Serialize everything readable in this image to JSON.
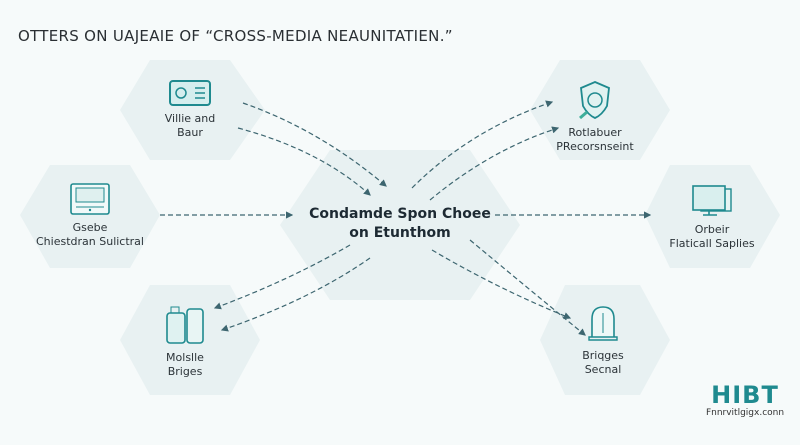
{
  "title": "OTTERS ON UAJEAIE OF “CROSS-MEDIA NEAUNITATIEN.”",
  "center": {
    "line1": "Condamde Spon Choee",
    "line2": "on Etunthom"
  },
  "nodes": [
    {
      "id": "top-left",
      "line1": "Villie and",
      "line2": "Baur",
      "icon": "card-icon"
    },
    {
      "id": "top-right",
      "line1": "Rotlabuer",
      "line2": "PRecorsnseint",
      "icon": "shield-badge-icon"
    },
    {
      "id": "mid-left",
      "line1": "Gsebe",
      "line2": "Chiestdran Sulictral",
      "icon": "monitor-icon"
    },
    {
      "id": "mid-right",
      "line1": "Orbeir",
      "line2": "Flaticall Saplies",
      "icon": "dual-monitor-icon"
    },
    {
      "id": "bottom-left",
      "line1": "Molslle",
      "line2": "Briges",
      "icon": "devices-icon"
    },
    {
      "id": "bottom-right",
      "line1": "Briqges",
      "line2": "Secnal",
      "icon": "arch-icon"
    }
  ],
  "logo": {
    "brand": "HIBT",
    "url": "Fnnrvitlgigx.conn"
  },
  "colors": {
    "accent": "#1f8a8f",
    "hex_fill": "#e6f0f1",
    "line": "#3d6670"
  }
}
